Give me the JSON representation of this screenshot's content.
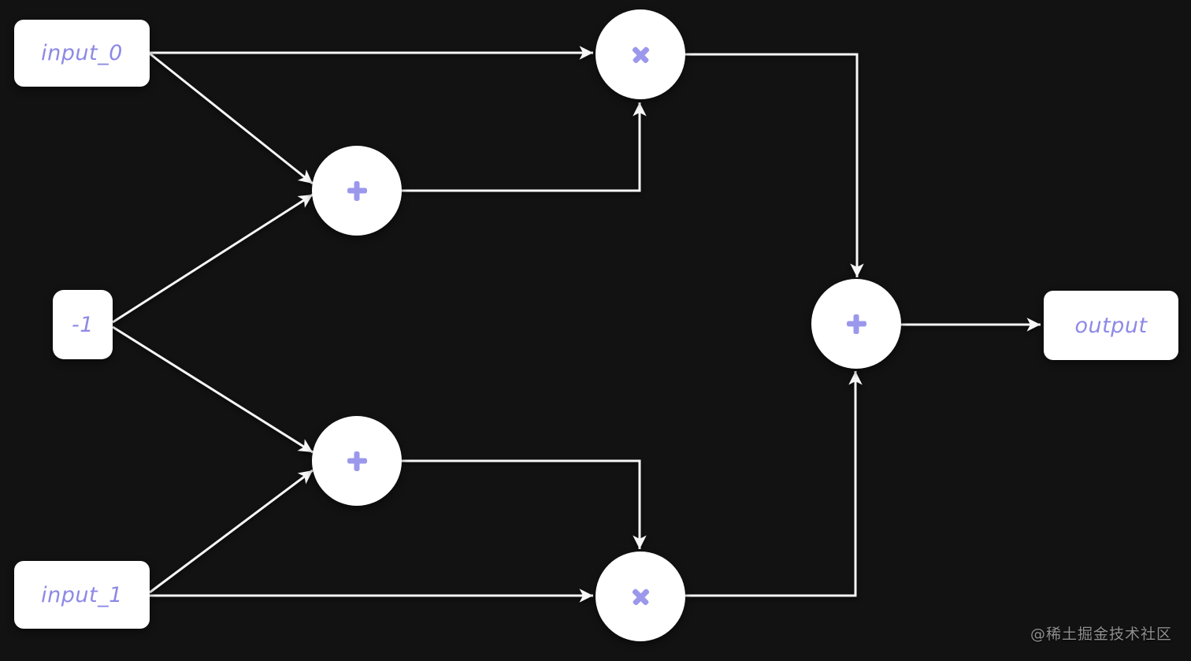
{
  "diagram": {
    "kind": "computation-graph",
    "background": "#121213",
    "colors": {
      "node_fill": "#ffffff",
      "label_text": "#8d89e6",
      "operator": "#9b98ec",
      "edge": "#f7f7f7",
      "watermark": "#8e8e8e"
    },
    "nodes": {
      "input_0": {
        "kind": "input",
        "label": "input_0"
      },
      "minus_one": {
        "kind": "constant",
        "label": "-1"
      },
      "input_1": {
        "kind": "input",
        "label": "input_1"
      },
      "add_top": {
        "kind": "operator",
        "op": "add",
        "glyph": "+"
      },
      "mul_top": {
        "kind": "operator",
        "op": "multiply",
        "glyph": "×"
      },
      "add_bottom": {
        "kind": "operator",
        "op": "add",
        "glyph": "+"
      },
      "mul_bottom": {
        "kind": "operator",
        "op": "multiply",
        "glyph": "×"
      },
      "add_out": {
        "kind": "operator",
        "op": "add",
        "glyph": "+"
      },
      "output": {
        "kind": "output",
        "label": "output"
      }
    },
    "edges": [
      {
        "from": "input_0",
        "to": "mul_top"
      },
      {
        "from": "input_0",
        "to": "add_top"
      },
      {
        "from": "minus_one",
        "to": "add_top"
      },
      {
        "from": "minus_one",
        "to": "add_bottom"
      },
      {
        "from": "input_1",
        "to": "add_bottom"
      },
      {
        "from": "input_1",
        "to": "mul_bottom"
      },
      {
        "from": "add_top",
        "to": "mul_top"
      },
      {
        "from": "add_bottom",
        "to": "mul_bottom"
      },
      {
        "from": "mul_top",
        "to": "add_out"
      },
      {
        "from": "mul_bottom",
        "to": "add_out"
      },
      {
        "from": "add_out",
        "to": "output"
      }
    ],
    "watermark": {
      "text": "@稀土掘金技术社区"
    }
  }
}
